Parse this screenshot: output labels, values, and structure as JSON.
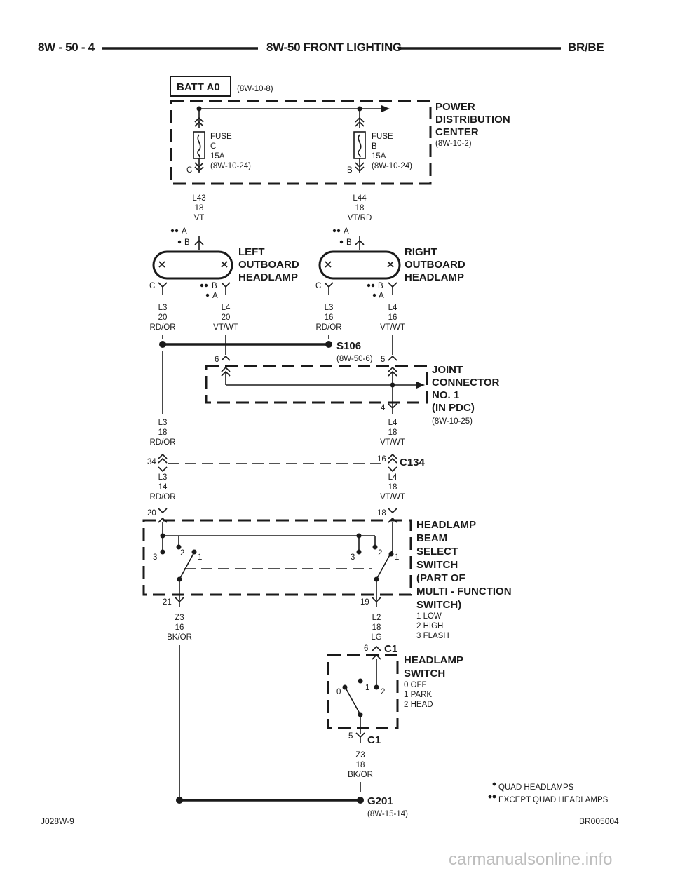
{
  "header": {
    "page_ref": "8W - 50 - 4",
    "title": "8W-50 FRONT LIGHTING",
    "model": "BR/BE"
  },
  "footer": {
    "left_code": "J028W-9",
    "right_code": "BR005004",
    "watermark": "carmanualsonline.info"
  },
  "batt": {
    "label": "BATT A0",
    "ref": "(8W-10-8)"
  },
  "pdc": {
    "lines": [
      "POWER",
      "DISTRIBUTION",
      "CENTER"
    ],
    "ref": "(8W-10-2)"
  },
  "fuse_c": {
    "lines": [
      "FUSE",
      "C",
      "15A",
      "(8W-10-24)"
    ],
    "pin": "C"
  },
  "fuse_b": {
    "lines": [
      "FUSE",
      "B",
      "15A",
      "(8W-10-24)"
    ],
    "pin": "B"
  },
  "wire_l43": [
    "L43",
    "18",
    "VT"
  ],
  "wire_l44": [
    "L44",
    "18",
    "VT/RD"
  ],
  "left_headlamp": {
    "lines": [
      "LEFT",
      "OUTBOARD",
      "HEADLAMP"
    ],
    "pin_top_a": "A",
    "pin_top_b": "B",
    "pin_c": "C",
    "pin_bot_b": "B",
    "pin_bot_a": "A",
    "wire_c": [
      "L3",
      "20",
      "RD/OR"
    ],
    "wire_b": [
      "L4",
      "20",
      "VT/WT"
    ]
  },
  "right_headlamp": {
    "lines": [
      "RIGHT",
      "OUTBOARD",
      "HEADLAMP"
    ],
    "pin_top_a": "A",
    "pin_top_b": "B",
    "pin_c": "C",
    "pin_bot_b": "B",
    "pin_bot_a": "A",
    "wire_c": [
      "L3",
      "16",
      "RD/OR"
    ],
    "wire_b": [
      "L4",
      "16",
      "VT/WT"
    ]
  },
  "s106": {
    "label": "S106",
    "ref": "(8W-50-6)"
  },
  "joint_connector": {
    "lines": [
      "JOINT",
      "CONNECTOR",
      "NO. 1",
      "(IN PDC)"
    ],
    "ref": "(8W-10-25)",
    "pin6": "6",
    "pin5": "5",
    "pin4": "4"
  },
  "wire_l3_18": [
    "L3",
    "18",
    "RD/OR"
  ],
  "wire_l4_18a": [
    "L4",
    "18",
    "VT/WT"
  ],
  "c134": {
    "label": "C134",
    "pin34": "34",
    "pin16": "16"
  },
  "wire_l3_14": [
    "L3",
    "14",
    "RD/OR"
  ],
  "wire_l4_18b": [
    "L4",
    "18",
    "VT/WT"
  ],
  "beam_switch": {
    "lines": [
      "HEADLAMP",
      "BEAM",
      "SELECT",
      "SWITCH",
      "(PART OF",
      "MULTI - FUNCTION",
      "SWITCH)"
    ],
    "legend": [
      "1 LOW",
      "2 HIGH",
      "3 FLASH"
    ],
    "pin20": "20",
    "pin18": "18",
    "pin21": "21",
    "pin19": "19",
    "pos_left": [
      "3",
      "2",
      "1"
    ],
    "pos_right": [
      "3",
      "2",
      "1"
    ]
  },
  "wire_z3_16": [
    "Z3",
    "16",
    "BK/OR"
  ],
  "wire_l2": [
    "L2",
    "18",
    "LG"
  ],
  "headlamp_switch": {
    "lines": [
      "HEADLAMP",
      "SWITCH"
    ],
    "legend": [
      "0 OFF",
      "1 PARK",
      "2 HEAD"
    ],
    "c1_top": "C1",
    "c1_bottom": "C1",
    "pin6": "6",
    "pin5": "5",
    "pos": [
      "0",
      "1",
      "2"
    ]
  },
  "wire_z3_18": [
    "Z3",
    "18",
    "BK/OR"
  ],
  "g201": {
    "label": "G201",
    "ref": "(8W-15-14)"
  },
  "notes": {
    "quad": "QUAD HEADLAMPS",
    "except": "EXCEPT QUAD HEADLAMPS"
  }
}
